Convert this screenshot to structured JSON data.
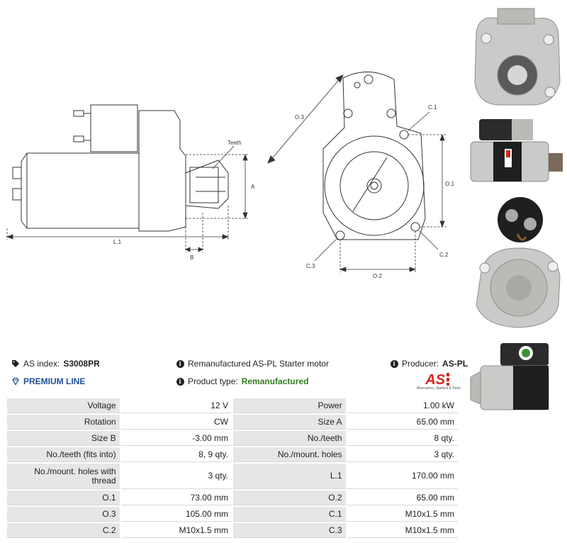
{
  "drawing_labels": {
    "teeth": "Teeth",
    "a": "A",
    "b": "B",
    "l1": "L.1",
    "o1": "O.1",
    "o2": "O.2",
    "o3": "O.3",
    "c1": "C.1",
    "c2": "C.2",
    "c3": "C.3"
  },
  "info": {
    "as_index_label": "AS index:",
    "as_index_value": "S3008PR",
    "description": "Remanufactured AS-PL Starter motor",
    "producer_label": "Producer:",
    "producer_value": "AS-PL",
    "premium_line": "PREMIUM LINE",
    "product_type_label": "Product type:",
    "product_type_value": "Remanufactured"
  },
  "logo": {
    "mark": "AS",
    "tagline": "Alternators, Starters & Parts",
    "color": "#d9261c"
  },
  "specs": [
    [
      "Voltage",
      "12 V",
      "Power",
      "1.00 kW"
    ],
    [
      "Rotation",
      "CW",
      "Size A",
      "65.00 mm"
    ],
    [
      "Size B",
      "-3.00 mm",
      "No./teeth",
      "8 qty."
    ],
    [
      "No./teeth (fits into)",
      "8, 9 qty.",
      "No./mount. holes",
      "3 qty."
    ],
    [
      "No./mount. holes with thread",
      "3 qty.",
      "L.1",
      "170.00 mm"
    ],
    [
      "O.1",
      "73.00 mm",
      "O.2",
      "65.00 mm"
    ],
    [
      "O.3",
      "105.00 mm",
      "C.1",
      "M10x1.5 mm"
    ],
    [
      "C.2",
      "M10x1.5 mm",
      "C.3",
      "M10x1.5 mm"
    ]
  ],
  "icons": {
    "tag": "tag-icon",
    "info": "info-icon",
    "diamond": "diamond-icon"
  }
}
